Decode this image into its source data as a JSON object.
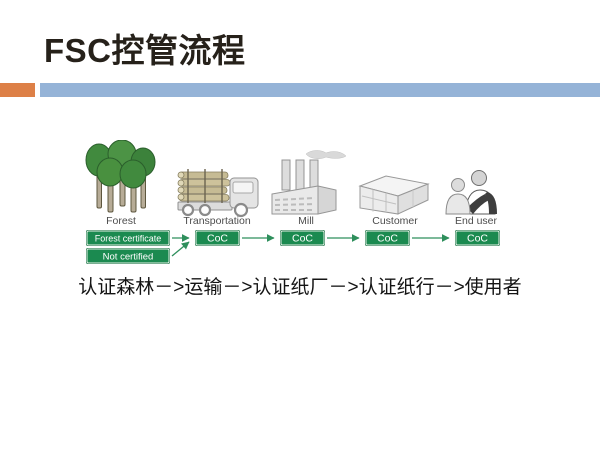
{
  "slide": {
    "title": "FSC控管流程",
    "summary_text": "认证森林－>运输－>认证纸厂－>认证纸行－>使用者"
  },
  "theme": {
    "accent_orange": "#DD8047",
    "accent_blue": "#95B3D7",
    "certificate_green": "#1B8A50",
    "certificate_green_border": "#0E6B3A",
    "arrow_green": "#2E8F5C",
    "label_gray": "#4D4D4D"
  },
  "diagram": {
    "stages": [
      {
        "label": "Forest",
        "icon": "forest-icon"
      },
      {
        "label": "Transportation",
        "icon": "truck-icon"
      },
      {
        "label": "Mill",
        "icon": "factory-icon"
      },
      {
        "label": "Customer",
        "icon": "warehouse-icon"
      },
      {
        "label": "End user",
        "icon": "people-icon"
      }
    ],
    "source_boxes": [
      "Forest certificate",
      "Not certified"
    ],
    "coc_label": "CoC"
  }
}
